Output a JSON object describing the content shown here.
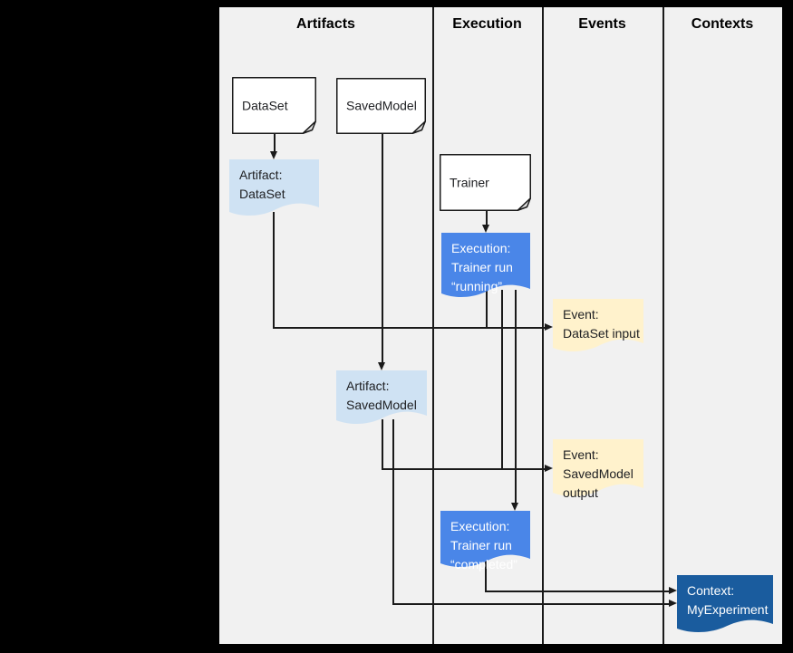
{
  "diagram": {
    "columns": [
      {
        "label": "Artifacts"
      },
      {
        "label": "Execution"
      },
      {
        "label": "Events"
      },
      {
        "label": "Contexts"
      }
    ],
    "nodes": {
      "dataset": {
        "lines": [
          "DataSet"
        ]
      },
      "savedmodel": {
        "lines": [
          "SavedModel"
        ]
      },
      "trainer": {
        "lines": [
          "Trainer"
        ]
      },
      "artifact_dataset": {
        "lines": [
          "Artifact:",
          "DataSet"
        ]
      },
      "execution_running": {
        "lines": [
          "Execution:",
          "Trainer run",
          "“running”"
        ]
      },
      "event_dataset_input": {
        "lines": [
          "Event:",
          "DataSet input"
        ]
      },
      "artifact_savedmodel": {
        "lines": [
          "Artifact:",
          "SavedModel"
        ]
      },
      "event_savedmodel_output": {
        "lines": [
          "Event:",
          "SavedModel",
          "output"
        ]
      },
      "execution_completed": {
        "lines": [
          "Execution:",
          "Trainer run",
          "“completed”"
        ]
      },
      "context": {
        "lines": [
          "Context:",
          "MyExperiment"
        ]
      }
    },
    "colors": {
      "page_bg": "#000000",
      "canvas_bg": "#f1f1f1",
      "line": "#1a1a1a",
      "white_node": "#ffffff",
      "fold_flap": "#e0e0e0",
      "artifact_blue": "#cfe2f3",
      "execution_blue": "#4a86e8",
      "event_yellow": "#fff2cc",
      "context_blue": "#1a5c9e",
      "text_dark": "#202124",
      "text_light": "#ffffff"
    }
  }
}
